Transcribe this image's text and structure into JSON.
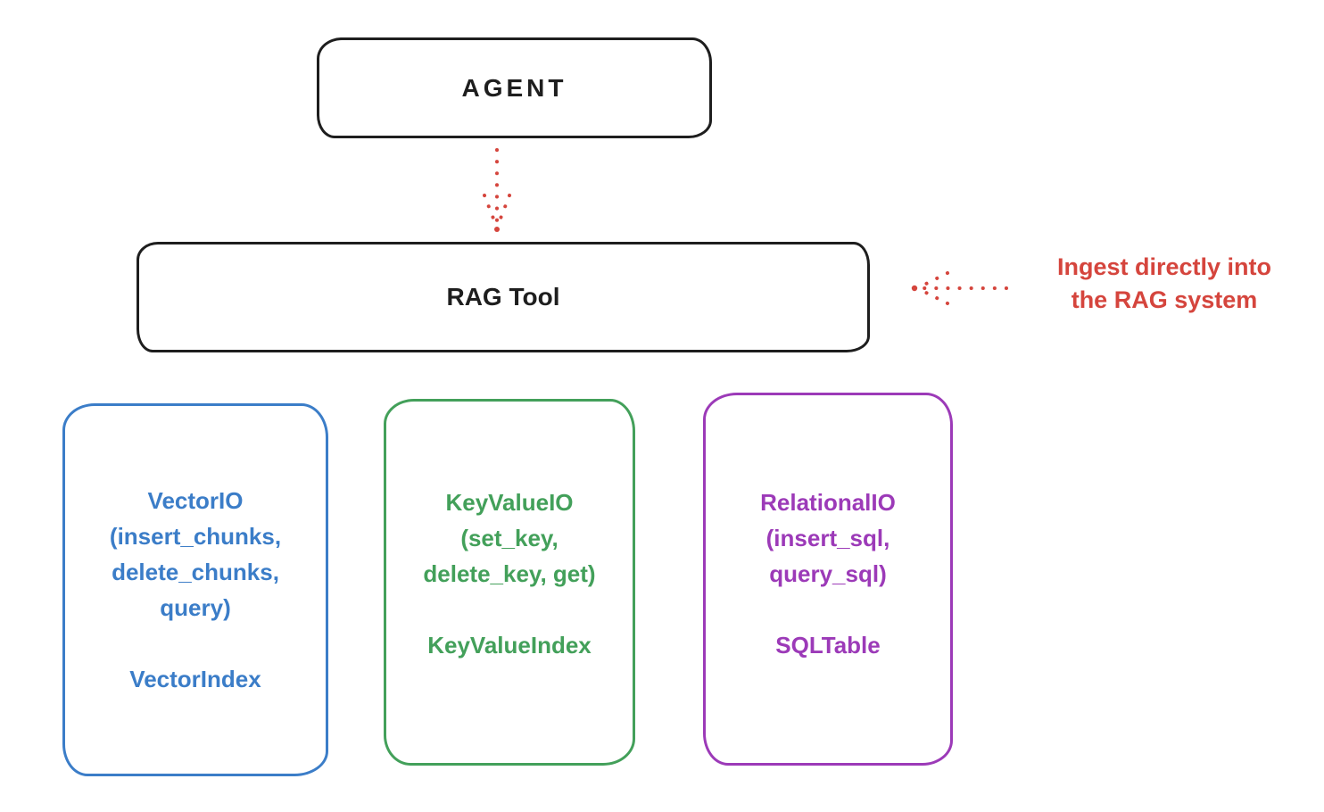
{
  "colors": {
    "background": "#ffffff",
    "ink": "#1e1e1e",
    "red": "#d5453d",
    "blue": "#3b7dc8",
    "green": "#43a05a",
    "purple": "#9c3ab8"
  },
  "diagram": {
    "agent": {
      "label": "AGENT"
    },
    "rag_tool": {
      "label": "RAG Tool"
    },
    "annotation": {
      "line1": "Ingest directly into",
      "line2": "the RAG system"
    },
    "backends": {
      "vector": {
        "lines": [
          "VectorIO",
          "(insert_chunks,",
          "delete_chunks,",
          "query)"
        ],
        "index": "VectorIndex"
      },
      "keyvalue": {
        "lines": [
          "KeyValueIO",
          "(set_key,",
          "delete_key, get)"
        ],
        "index": "KeyValueIndex"
      },
      "relational": {
        "lines": [
          "RelationalIO",
          "(insert_sql,",
          "query_sql)"
        ],
        "index": "SQLTable"
      }
    }
  }
}
